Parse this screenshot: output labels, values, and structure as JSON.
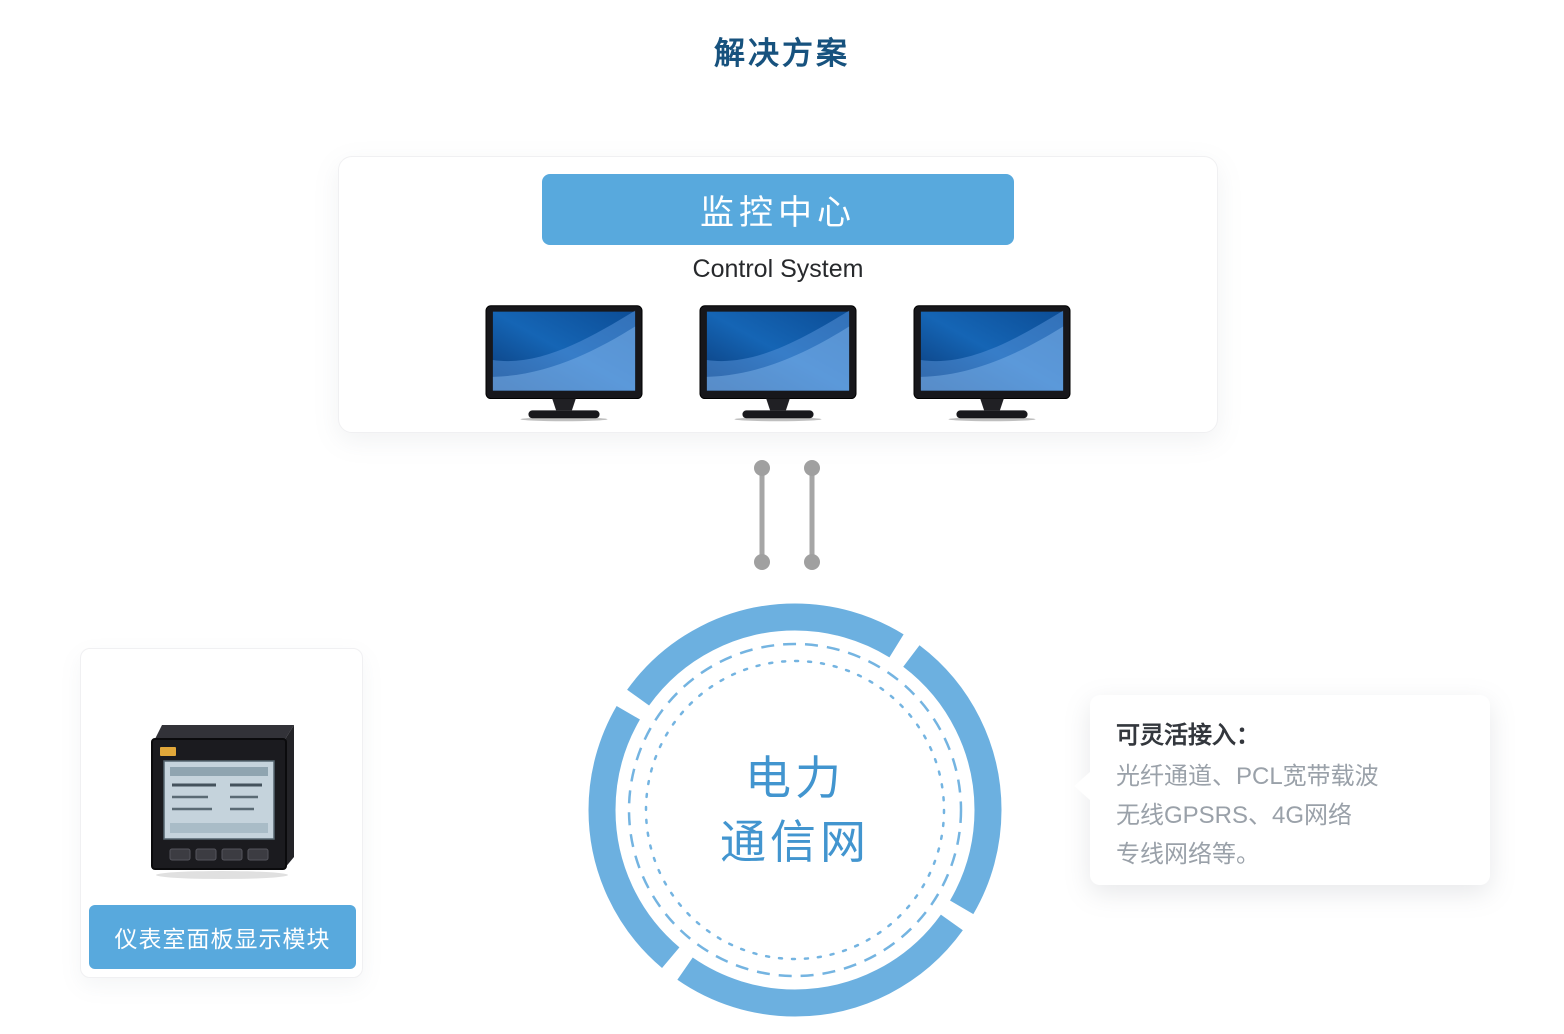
{
  "page": {
    "title": "解决方案"
  },
  "control_center": {
    "banner_label": "监控中心",
    "subtitle": "Control System"
  },
  "network": {
    "line1": "电力",
    "line2": "通信网"
  },
  "device": {
    "label": "仪表室面板显示模块"
  },
  "callout": {
    "heading": "可灵活接入：",
    "lines": [
      "光纤通道、PCL宽带载波",
      "无线GPSRS、4G网络",
      "专线网络等。"
    ]
  },
  "colors": {
    "title_blue": "#17527e",
    "accent_blue": "#58a9dd",
    "ring_blue": "#6cb0e0",
    "network_text_blue": "#4295cf",
    "connector_gray": "#a6a6a6",
    "heading_dark": "#33373d",
    "body_gray": "#9aa1a9"
  }
}
